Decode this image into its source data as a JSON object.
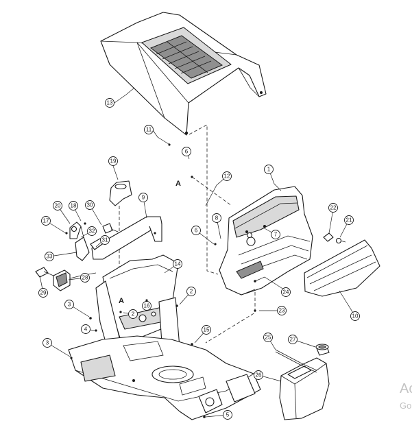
{
  "diagram": {
    "callouts": [
      {
        "id": "c13",
        "label": "13"
      },
      {
        "id": "c11",
        "label": "11"
      },
      {
        "id": "c6a",
        "label": "6"
      },
      {
        "id": "c12",
        "label": "12"
      },
      {
        "id": "c1",
        "label": "1"
      },
      {
        "id": "c19",
        "label": "19"
      },
      {
        "id": "c9",
        "label": "9"
      },
      {
        "id": "c20",
        "label": "20"
      },
      {
        "id": "c18",
        "label": "18"
      },
      {
        "id": "c30",
        "label": "30"
      },
      {
        "id": "c17",
        "label": "17"
      },
      {
        "id": "c32",
        "label": "32"
      },
      {
        "id": "c31",
        "label": "31"
      },
      {
        "id": "c33",
        "label": "33"
      },
      {
        "id": "c28",
        "label": "28"
      },
      {
        "id": "c29",
        "label": "29"
      },
      {
        "id": "c14",
        "label": "14"
      },
      {
        "id": "c6b",
        "label": "6"
      },
      {
        "id": "c8",
        "label": "8"
      },
      {
        "id": "c7",
        "label": "7"
      },
      {
        "id": "c22",
        "label": "22"
      },
      {
        "id": "c21",
        "label": "21"
      },
      {
        "id": "c24",
        "label": "24"
      },
      {
        "id": "c23",
        "label": "23"
      },
      {
        "id": "c10",
        "label": "10"
      },
      {
        "id": "c16",
        "label": "16"
      },
      {
        "id": "c2a",
        "label": "2"
      },
      {
        "id": "c2b",
        "label": "2"
      },
      {
        "id": "c3a",
        "label": "3"
      },
      {
        "id": "c4",
        "label": "4"
      },
      {
        "id": "c15",
        "label": "15"
      },
      {
        "id": "c3b",
        "label": "3"
      },
      {
        "id": "c25",
        "label": "25"
      },
      {
        "id": "c27",
        "label": "27"
      },
      {
        "id": "c26",
        "label": "26"
      },
      {
        "id": "c5",
        "label": "5"
      }
    ],
    "reference_letters": [
      "A",
      "A"
    ]
  },
  "watermark": {
    "line1": "Ac",
    "line2": "Go"
  }
}
